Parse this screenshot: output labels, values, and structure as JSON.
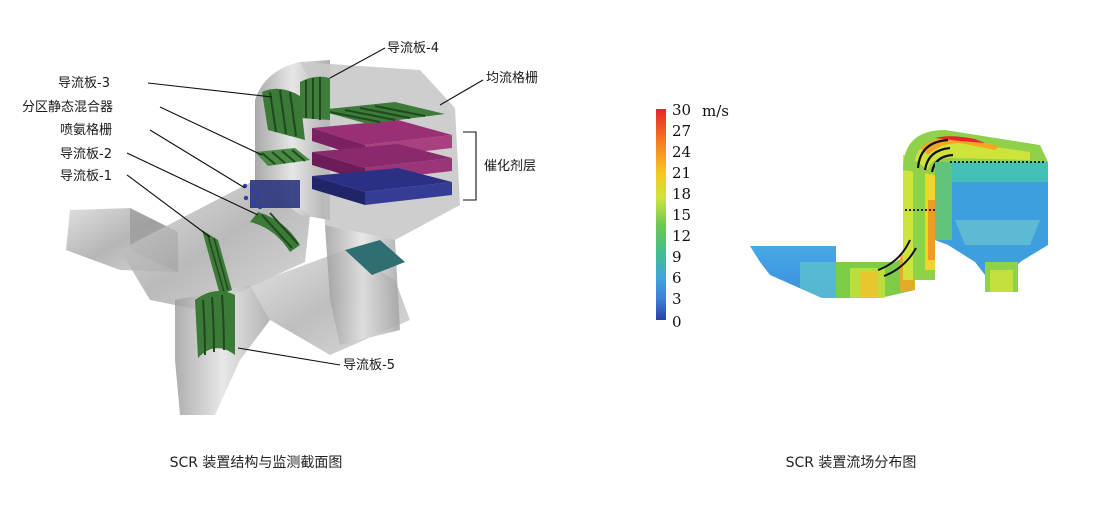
{
  "left_figure": {
    "labels": {
      "plate4": "导流板-4",
      "plate3": "导流板-3",
      "grille": "均流格栅",
      "mixer": "分区静态混合器",
      "ammonia": "喷氨格栅",
      "plate2": "导流板-2",
      "plate1": "导流板-1",
      "catalyst": "催化剂层",
      "plate5": "导流板-5"
    },
    "caption": "SCR 装置结构与监测截面图",
    "colors": {
      "plate": "#2f6b2c",
      "catalyst_top": "#8e2a6a",
      "catalyst_bottom": "#27307a",
      "duct": "#b8b8b8"
    }
  },
  "right_figure": {
    "unit": "m/s",
    "scale_values": [
      "30",
      "27",
      "24",
      "21",
      "18",
      "15",
      "12",
      "9",
      "6",
      "3",
      "0"
    ],
    "caption": "SCR 装置流场分布图",
    "colors": [
      "#e8232a",
      "#f26b21",
      "#f7a31c",
      "#f5d81e",
      "#cfe43a",
      "#8fd24a",
      "#4ebf5a",
      "#3fbfae",
      "#3fa0de",
      "#3f7fdc",
      "#2b3fa8"
    ]
  }
}
